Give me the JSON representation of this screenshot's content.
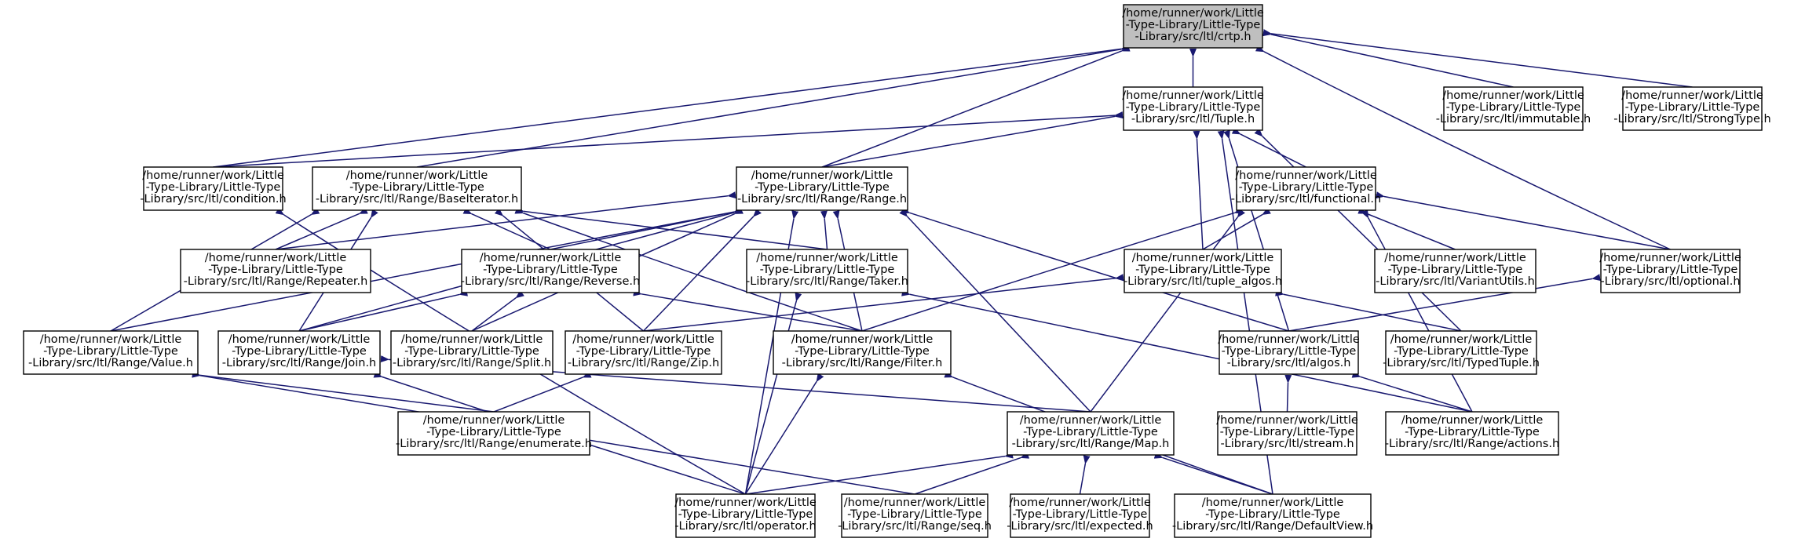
{
  "colors": {
    "edge": "#191970",
    "node_fill": "#ffffff",
    "root_fill": "#bfbfbf",
    "node_border": "#000000",
    "text": "#000000"
  },
  "nodes": [
    {
      "id": "crtp",
      "lines": [
        "/home/runner/work/Little",
        "-Type-Library/Little-Type",
        "-Library/src/ltl/crtp.h"
      ],
      "root": true
    },
    {
      "id": "tuple",
      "lines": [
        "/home/runner/work/Little",
        "-Type-Library/Little-Type",
        "-Library/src/ltl/Tuple.h"
      ]
    },
    {
      "id": "immutable",
      "lines": [
        "/home/runner/work/Little",
        "-Type-Library/Little-Type",
        "-Library/src/ltl/immutable.h"
      ]
    },
    {
      "id": "strongtype",
      "lines": [
        "/home/runner/work/Little",
        "-Type-Library/Little-Type",
        "-Library/src/ltl/StrongType.h"
      ]
    },
    {
      "id": "condition",
      "lines": [
        "/home/runner/work/Little",
        "-Type-Library/Little-Type",
        "-Library/src/ltl/condition.h"
      ]
    },
    {
      "id": "baseiterator",
      "lines": [
        "/home/runner/work/Little",
        "-Type-Library/Little-Type",
        "-Library/src/ltl/Range/BaseIterator.h"
      ]
    },
    {
      "id": "range",
      "lines": [
        "/home/runner/work/Little",
        "-Type-Library/Little-Type",
        "-Library/src/ltl/Range/Range.h"
      ]
    },
    {
      "id": "functional",
      "lines": [
        "/home/runner/work/Little",
        "-Type-Library/Little-Type",
        "-Library/src/ltl/functional.h"
      ]
    },
    {
      "id": "repeater",
      "lines": [
        "/home/runner/work/Little",
        "-Type-Library/Little-Type",
        "-Library/src/ltl/Range/Repeater.h"
      ]
    },
    {
      "id": "reverse",
      "lines": [
        "/home/runner/work/Little",
        "-Type-Library/Little-Type",
        "-Library/src/ltl/Range/Reverse.h"
      ]
    },
    {
      "id": "taker",
      "lines": [
        "/home/runner/work/Little",
        "-Type-Library/Little-Type",
        "-Library/src/ltl/Range/Taker.h"
      ]
    },
    {
      "id": "tuplealgos",
      "lines": [
        "/home/runner/work/Little",
        "-Type-Library/Little-Type",
        "-Library/src/ltl/tuple_algos.h"
      ]
    },
    {
      "id": "variantutils",
      "lines": [
        "/home/runner/work/Little",
        "-Type-Library/Little-Type",
        "-Library/src/ltl/VariantUtils.h"
      ]
    },
    {
      "id": "optional",
      "lines": [
        "/home/runner/work/Little",
        "-Type-Library/Little-Type",
        "-Library/src/ltl/optional.h"
      ]
    },
    {
      "id": "value",
      "lines": [
        "/home/runner/work/Little",
        "-Type-Library/Little-Type",
        "-Library/src/ltl/Range/Value.h"
      ]
    },
    {
      "id": "join",
      "lines": [
        "/home/runner/work/Little",
        "-Type-Library/Little-Type",
        "-Library/src/ltl/Range/Join.h"
      ]
    },
    {
      "id": "split",
      "lines": [
        "/home/runner/work/Little",
        "-Type-Library/Little-Type",
        "-Library/src/ltl/Range/Split.h"
      ]
    },
    {
      "id": "zip",
      "lines": [
        "/home/runner/work/Little",
        "-Type-Library/Little-Type",
        "-Library/src/ltl/Range/Zip.h"
      ]
    },
    {
      "id": "filter",
      "lines": [
        "/home/runner/work/Little",
        "-Type-Library/Little-Type",
        "-Library/src/ltl/Range/Filter.h"
      ]
    },
    {
      "id": "algos",
      "lines": [
        "/home/runner/work/Little",
        "-Type-Library/Little-Type",
        "-Library/src/ltl/algos.h"
      ]
    },
    {
      "id": "typedtuple",
      "lines": [
        "/home/runner/work/Little",
        "-Type-Library/Little-Type",
        "-Library/src/ltl/TypedTuple.h"
      ]
    },
    {
      "id": "enumerate",
      "lines": [
        "/home/runner/work/Little",
        "-Type-Library/Little-Type",
        "-Library/src/ltl/Range/enumerate.h"
      ]
    },
    {
      "id": "map",
      "lines": [
        "/home/runner/work/Little",
        "-Type-Library/Little-Type",
        "-Library/src/ltl/Range/Map.h"
      ]
    },
    {
      "id": "stream",
      "lines": [
        "/home/runner/work/Little",
        "-Type-Library/Little-Type",
        "-Library/src/ltl/stream.h"
      ]
    },
    {
      "id": "actions",
      "lines": [
        "/home/runner/work/Little",
        "-Type-Library/Little-Type",
        "-Library/src/ltl/Range/actions.h"
      ]
    },
    {
      "id": "operator",
      "lines": [
        "/home/runner/work/Little",
        "-Type-Library/Little-Type",
        "-Library/src/ltl/operator.h"
      ]
    },
    {
      "id": "seq",
      "lines": [
        "/home/runner/work/Little",
        "-Type-Library/Little-Type",
        "-Library/src/ltl/Range/seq.h"
      ]
    },
    {
      "id": "expected",
      "lines": [
        "/home/runner/work/Little",
        "-Type-Library/Little-Type",
        "-Library/src/ltl/expected.h"
      ]
    },
    {
      "id": "defaultview",
      "lines": [
        "/home/runner/work/Little",
        "-Type-Library/Little-Type",
        "-Library/src/ltl/Range/DefaultView.h"
      ]
    }
  ],
  "edges": [
    [
      "crtp",
      "tuple"
    ],
    [
      "crtp",
      "immutable"
    ],
    [
      "crtp",
      "strongtype"
    ],
    [
      "crtp",
      "condition"
    ],
    [
      "crtp",
      "baseiterator"
    ],
    [
      "crtp",
      "range"
    ],
    [
      "crtp",
      "optional"
    ],
    [
      "tuple",
      "condition"
    ],
    [
      "tuple",
      "range"
    ],
    [
      "tuple",
      "functional"
    ],
    [
      "tuple",
      "tuplealgos"
    ],
    [
      "tuple",
      "algos"
    ],
    [
      "tuple",
      "typedtuple"
    ],
    [
      "tuple",
      "defaultview"
    ],
    [
      "condition",
      "operator"
    ],
    [
      "baseiterator",
      "repeater"
    ],
    [
      "baseiterator",
      "reverse"
    ],
    [
      "baseiterator",
      "taker"
    ],
    [
      "baseiterator",
      "value"
    ],
    [
      "baseiterator",
      "join"
    ],
    [
      "baseiterator",
      "zip"
    ],
    [
      "baseiterator",
      "filter"
    ],
    [
      "range",
      "repeater"
    ],
    [
      "range",
      "reverse"
    ],
    [
      "range",
      "taker"
    ],
    [
      "range",
      "value"
    ],
    [
      "range",
      "join"
    ],
    [
      "range",
      "split"
    ],
    [
      "range",
      "zip"
    ],
    [
      "range",
      "filter"
    ],
    [
      "range",
      "algos"
    ],
    [
      "range",
      "map"
    ],
    [
      "range",
      "operator"
    ],
    [
      "functional",
      "tuplealgos"
    ],
    [
      "functional",
      "variantutils"
    ],
    [
      "functional",
      "optional"
    ],
    [
      "functional",
      "filter"
    ],
    [
      "functional",
      "map"
    ],
    [
      "functional",
      "actions"
    ],
    [
      "reverse",
      "join"
    ],
    [
      "reverse",
      "split"
    ],
    [
      "reverse",
      "filter"
    ],
    [
      "taker",
      "operator"
    ],
    [
      "taker",
      "actions"
    ],
    [
      "tuplealgos",
      "zip"
    ],
    [
      "tuplealgos",
      "typedtuple"
    ],
    [
      "optional",
      "algos"
    ],
    [
      "value",
      "enumerate"
    ],
    [
      "value",
      "seq"
    ],
    [
      "join",
      "operator"
    ],
    [
      "join",
      "map"
    ],
    [
      "zip",
      "enumerate"
    ],
    [
      "filter",
      "operator"
    ],
    [
      "filter",
      "defaultview"
    ],
    [
      "algos",
      "stream"
    ],
    [
      "algos",
      "actions"
    ],
    [
      "map",
      "operator"
    ],
    [
      "map",
      "seq"
    ],
    [
      "map",
      "expected"
    ],
    [
      "map",
      "defaultview"
    ]
  ]
}
